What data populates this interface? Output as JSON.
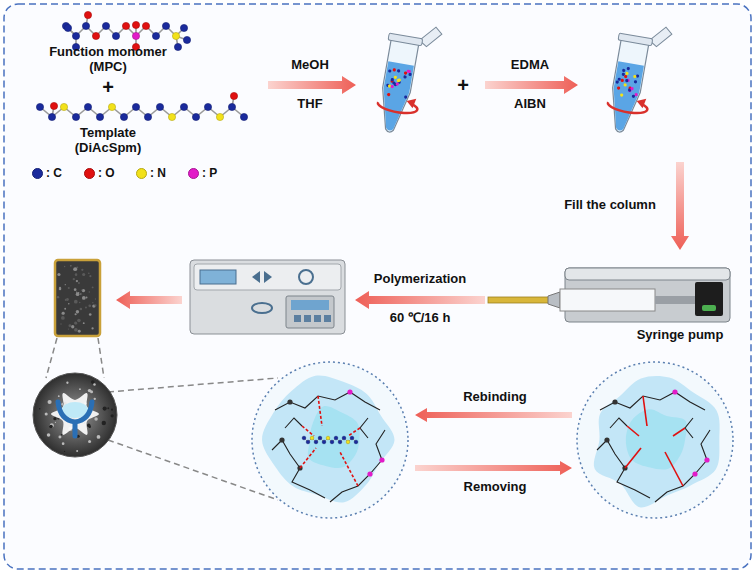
{
  "diagram": {
    "labels": [
      "Function monomer (MPC)",
      "+",
      "Template (DiAcSpm)",
      "MeOH",
      "THF",
      "+",
      "EDMA",
      "AIBN",
      "Fill the column",
      "Syringe pump",
      "Polymerization",
      "60 ℃/16 h",
      "Rebinding",
      "Removing"
    ],
    "legend": [
      {
        "text": ": C",
        "color": "#1a2a9c"
      },
      {
        "text": ": O",
        "color": "#e01010"
      },
      {
        "text": ": N",
        "color": "#f2e11a"
      },
      {
        "text": ": P",
        "color": "#e21bc8"
      }
    ]
  }
}
